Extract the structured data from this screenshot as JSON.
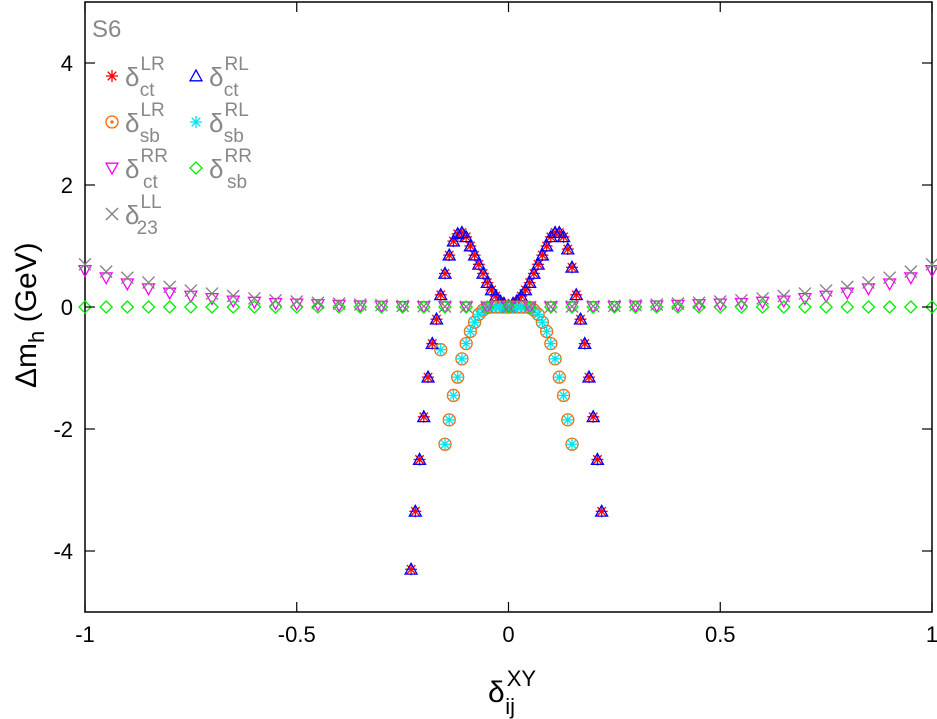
{
  "chart_data": {
    "type": "scatter",
    "title": "",
    "panel_label": "S6",
    "xlabel": {
      "main": "δ",
      "sup": "XY",
      "sub": "ij"
    },
    "ylabel": {
      "pre": "Δm",
      "sub": "h",
      "post": " (GeV)"
    },
    "xlim": [
      -1,
      1
    ],
    "ylim": [
      -5,
      5
    ],
    "xticks": [
      "-1",
      "-0.5",
      "0",
      "0.5",
      "1"
    ],
    "yticks": [
      "-4",
      "-2",
      "0",
      "2",
      "4"
    ],
    "legend": "top-left",
    "grid": false,
    "series": [
      {
        "key": "ctLR",
        "label": {
          "main": "δ",
          "sup": "LR",
          "sub": "ct"
        },
        "marker": "asterisk",
        "color": "#ff0000",
        "x": [
          -0.23,
          -0.22,
          -0.21,
          -0.2,
          -0.19,
          -0.18,
          -0.17,
          -0.16,
          -0.15,
          -0.14,
          -0.13,
          -0.12,
          -0.11,
          -0.1,
          -0.09,
          -0.08,
          -0.07,
          -0.06,
          -0.05,
          -0.04,
          -0.03,
          -0.02,
          -0.01,
          0,
          0.01,
          0.02,
          0.03,
          0.04,
          0.05,
          0.06,
          0.07,
          0.08,
          0.09,
          0.1,
          0.11,
          0.12,
          0.13,
          0.14,
          0.15,
          0.16,
          0.17,
          0.18,
          0.19,
          0.2,
          0.21,
          0.22
        ],
        "y": [
          -4.3,
          -3.35,
          -2.5,
          -1.8,
          -1.15,
          -0.6,
          -0.2,
          0.2,
          0.55,
          0.85,
          1.08,
          1.2,
          1.22,
          1.15,
          1.0,
          0.85,
          0.7,
          0.55,
          0.4,
          0.28,
          0.18,
          0.1,
          0.05,
          0.02,
          0.05,
          0.1,
          0.18,
          0.28,
          0.4,
          0.55,
          0.7,
          0.85,
          1.0,
          1.15,
          1.22,
          1.22,
          1.15,
          0.95,
          0.65,
          0.2,
          -0.2,
          -0.6,
          -1.15,
          -1.8,
          -2.5,
          -3.35
        ]
      },
      {
        "key": "ctRL",
        "label": {
          "main": "δ",
          "sup": "RL",
          "sub": "ct"
        },
        "marker": "triangle-up",
        "color": "#0000ff",
        "x": [
          -0.23,
          -0.22,
          -0.21,
          -0.2,
          -0.19,
          -0.18,
          -0.17,
          -0.16,
          -0.15,
          -0.14,
          -0.13,
          -0.12,
          -0.11,
          -0.1,
          -0.09,
          -0.08,
          -0.07,
          -0.06,
          -0.05,
          -0.04,
          -0.03,
          -0.02,
          -0.01,
          0,
          0.01,
          0.02,
          0.03,
          0.04,
          0.05,
          0.06,
          0.07,
          0.08,
          0.09,
          0.1,
          0.11,
          0.12,
          0.13,
          0.14,
          0.15,
          0.16,
          0.17,
          0.18,
          0.19,
          0.2,
          0.21,
          0.22
        ],
        "y": [
          -4.3,
          -3.35,
          -2.5,
          -1.8,
          -1.15,
          -0.6,
          -0.2,
          0.2,
          0.55,
          0.85,
          1.08,
          1.2,
          1.22,
          1.15,
          1.0,
          0.85,
          0.7,
          0.55,
          0.4,
          0.28,
          0.18,
          0.1,
          0.05,
          0.02,
          0.05,
          0.1,
          0.18,
          0.28,
          0.4,
          0.55,
          0.7,
          0.85,
          1.0,
          1.15,
          1.22,
          1.22,
          1.15,
          0.95,
          0.65,
          0.2,
          -0.2,
          -0.6,
          -1.15,
          -1.8,
          -2.5,
          -3.35
        ]
      },
      {
        "key": "sbLR",
        "label": {
          "main": "δ",
          "sup": "LR",
          "sub": "sb"
        },
        "marker": "circle-dot",
        "color": "#ff6600",
        "x": [
          -0.16,
          -0.15,
          -0.14,
          -0.13,
          -0.12,
          -0.11,
          -0.1,
          -0.09,
          -0.08,
          -0.07,
          -0.06,
          -0.05,
          -0.04,
          -0.03,
          -0.02,
          -0.01,
          0,
          0.01,
          0.02,
          0.03,
          0.04,
          0.05,
          0.06,
          0.07,
          0.08,
          0.09,
          0.1,
          0.11,
          0.12,
          0.13,
          0.14,
          0.15
        ],
        "y": [
          -0.7,
          -2.25,
          -1.85,
          -1.45,
          -1.15,
          -0.85,
          -0.6,
          -0.4,
          -0.25,
          -0.12,
          -0.05,
          -0.01,
          0,
          0,
          0,
          0,
          0,
          0,
          0,
          0,
          0,
          -0.01,
          -0.05,
          -0.12,
          -0.25,
          -0.4,
          -0.6,
          -0.85,
          -1.15,
          -1.45,
          -1.85,
          -2.25
        ]
      },
      {
        "key": "sbRL",
        "label": {
          "main": "δ",
          "sup": "RL",
          "sub": "sb"
        },
        "marker": "asterisk",
        "color": "#00e5ee",
        "x": [
          -0.16,
          -0.15,
          -0.14,
          -0.13,
          -0.12,
          -0.11,
          -0.1,
          -0.09,
          -0.08,
          -0.07,
          -0.06,
          -0.05,
          -0.04,
          -0.03,
          -0.02,
          -0.01,
          0,
          0.01,
          0.02,
          0.03,
          0.04,
          0.05,
          0.06,
          0.07,
          0.08,
          0.09,
          0.1,
          0.11,
          0.12,
          0.13,
          0.14,
          0.15
        ],
        "y": [
          -0.7,
          -2.25,
          -1.85,
          -1.45,
          -1.15,
          -0.85,
          -0.6,
          -0.4,
          -0.25,
          -0.12,
          -0.05,
          -0.01,
          0,
          0,
          0,
          0,
          0,
          0,
          0,
          0,
          0,
          -0.01,
          -0.05,
          -0.12,
          -0.25,
          -0.4,
          -0.6,
          -0.85,
          -1.15,
          -1.45,
          -1.85,
          -2.25
        ]
      },
      {
        "key": "ctRR",
        "label": {
          "main": "δ",
          "sup": "RR",
          "sub": "ct"
        },
        "marker": "triangle-down",
        "color": "#ff00ff",
        "x": [
          -1,
          -0.95,
          -0.9,
          -0.85,
          -0.8,
          -0.75,
          -0.7,
          -0.65,
          -0.6,
          -0.55,
          -0.5,
          -0.45,
          -0.4,
          -0.35,
          -0.3,
          -0.25,
          -0.2,
          -0.15,
          -0.1,
          -0.05,
          0,
          0.05,
          0.1,
          0.15,
          0.2,
          0.25,
          0.3,
          0.35,
          0.4,
          0.45,
          0.5,
          0.55,
          0.6,
          0.65,
          0.7,
          0.75,
          0.8,
          0.85,
          0.9,
          0.95,
          1
        ],
        "y": [
          0.6,
          0.48,
          0.38,
          0.3,
          0.23,
          0.18,
          0.14,
          0.1,
          0.08,
          0.06,
          0.05,
          0.04,
          0.03,
          0.02,
          0.015,
          0.01,
          0.007,
          0.004,
          0.002,
          0.001,
          0,
          0.001,
          0.002,
          0.004,
          0.007,
          0.01,
          0.015,
          0.02,
          0.03,
          0.04,
          0.05,
          0.06,
          0.08,
          0.1,
          0.14,
          0.18,
          0.23,
          0.3,
          0.38,
          0.48,
          0.6
        ]
      },
      {
        "key": "sbRR",
        "label": {
          "main": "δ",
          "sup": "RR",
          "sub": "sb"
        },
        "marker": "diamond",
        "color": "#00ee00",
        "x": [
          -1,
          -0.95,
          -0.9,
          -0.85,
          -0.8,
          -0.75,
          -0.7,
          -0.65,
          -0.6,
          -0.55,
          -0.5,
          -0.45,
          -0.4,
          -0.35,
          -0.3,
          -0.25,
          -0.2,
          -0.15,
          -0.1,
          -0.05,
          0,
          0.05,
          0.1,
          0.15,
          0.2,
          0.25,
          0.3,
          0.35,
          0.4,
          0.45,
          0.5,
          0.55,
          0.6,
          0.65,
          0.7,
          0.75,
          0.8,
          0.85,
          0.9,
          0.95,
          1
        ],
        "y": [
          0,
          0,
          0,
          0,
          0,
          0,
          0,
          0,
          0,
          0,
          0,
          0,
          0,
          0,
          0,
          0,
          0,
          0,
          0,
          0,
          0,
          0,
          0,
          0,
          0,
          0,
          0,
          0,
          0,
          0,
          0,
          0,
          0,
          0,
          0,
          0,
          0,
          0,
          0,
          0,
          0
        ]
      },
      {
        "key": "23LL",
        "label": {
          "main": "δ",
          "sup": "LL",
          "sub": "23"
        },
        "marker": "cross",
        "color": "#808080",
        "x": [
          -1,
          -0.95,
          -0.9,
          -0.85,
          -0.8,
          -0.75,
          -0.7,
          -0.65,
          -0.6,
          -0.55,
          -0.5,
          -0.45,
          -0.4,
          -0.35,
          -0.3,
          -0.25,
          -0.2,
          -0.15,
          -0.1,
          -0.05,
          0,
          0.05,
          0.1,
          0.15,
          0.2,
          0.25,
          0.3,
          0.35,
          0.4,
          0.45,
          0.5,
          0.55,
          0.6,
          0.65,
          0.7,
          0.75,
          0.8,
          0.85,
          0.9,
          0.95,
          1
        ],
        "y": [
          0.7,
          0.58,
          0.48,
          0.4,
          0.33,
          0.27,
          0.22,
          0.18,
          0.14,
          0.11,
          0.09,
          0.07,
          0.055,
          0.04,
          0.03,
          0.02,
          0.013,
          0.008,
          0.004,
          0.001,
          0,
          0.001,
          0.004,
          0.008,
          0.013,
          0.02,
          0.03,
          0.04,
          0.055,
          0.07,
          0.09,
          0.11,
          0.14,
          0.18,
          0.22,
          0.27,
          0.33,
          0.4,
          0.48,
          0.58,
          0.7
        ]
      }
    ]
  }
}
